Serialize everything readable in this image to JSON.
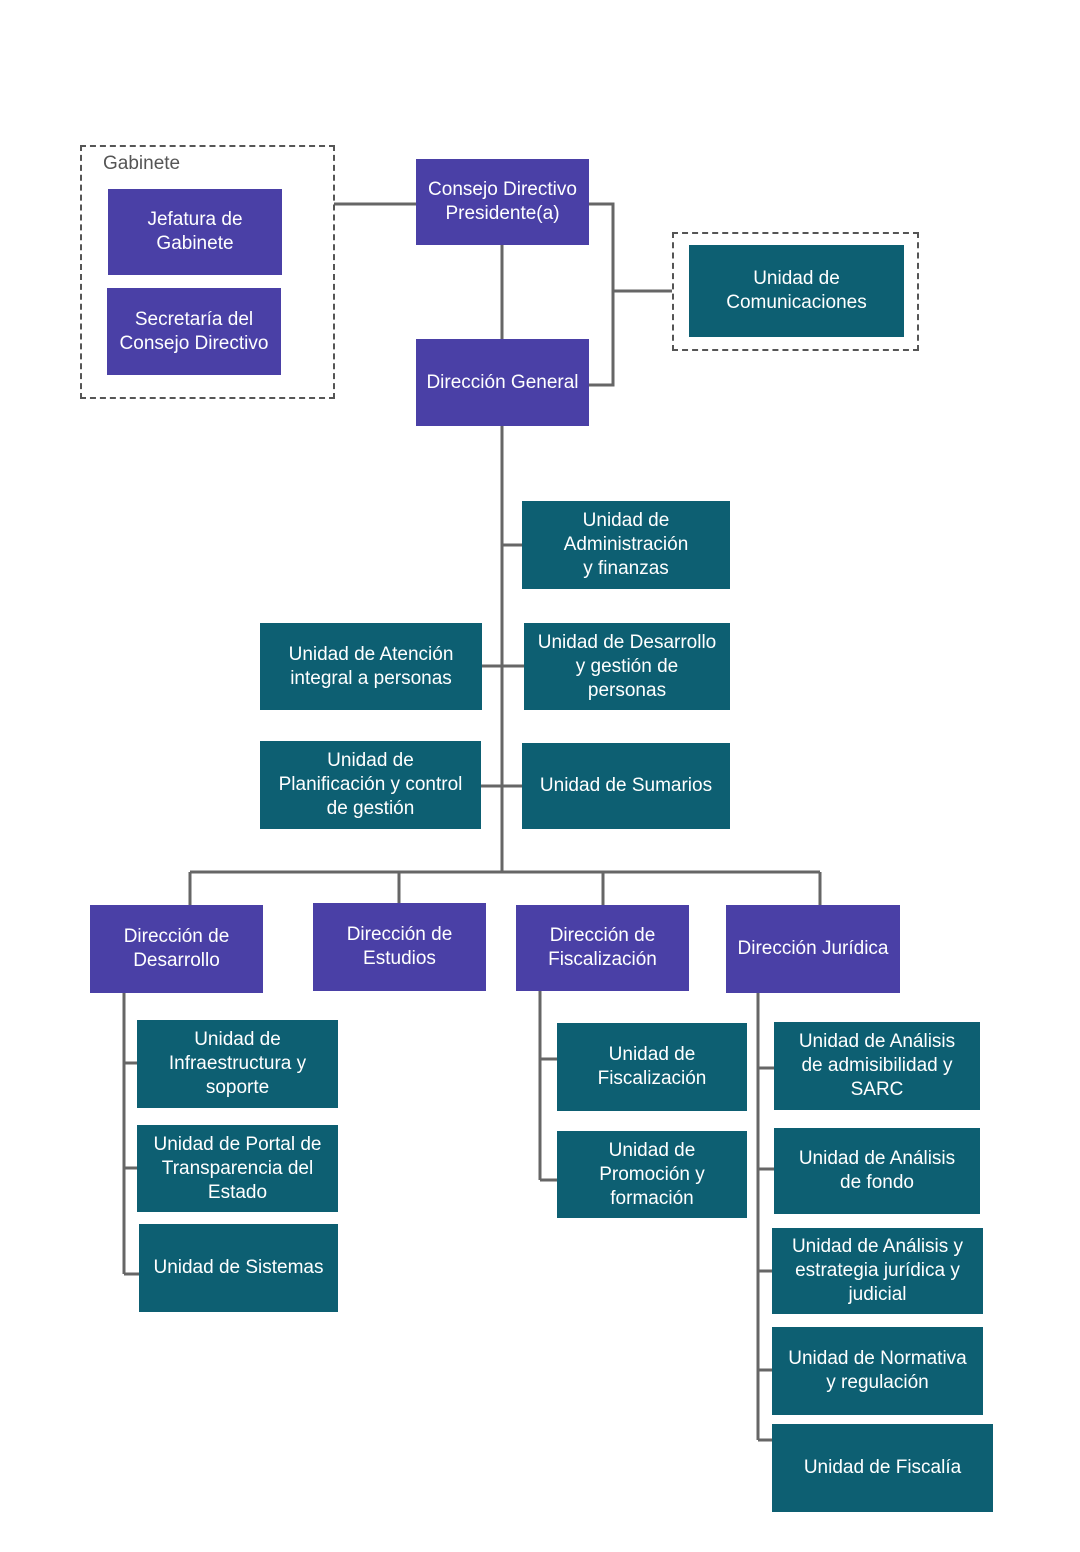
{
  "groups": {
    "gabinete": {
      "label": "Gabinete"
    },
    "comunicaciones": {
      "label": ""
    }
  },
  "nodes": {
    "consejo": "Consejo Directivo\nPresidente(a)",
    "jefatura": "Jefatura de\nGabinete",
    "secretaria": "Secretaría del\nConsejo Directivo",
    "comunicaciones": "Unidad de\nComunicaciones",
    "direccion_general": "Dirección General",
    "administracion": "Unidad de\nAdministración\ny finanzas",
    "atencion": "Unidad de Atención\nintegral a personas",
    "desarrollo_personas": "Unidad de Desarrollo\ny gestión de\npersonas",
    "planificacion": "Unidad de\nPlanificación y control\nde gestión",
    "sumarios": "Unidad de Sumarios",
    "dir_desarrollo": "Dirección de\nDesarrollo",
    "dir_estudios": "Dirección de\nEstudios",
    "dir_fiscalizacion": "Dirección de\nFiscalización",
    "dir_juridica": "Dirección Jurídica",
    "infraestructura": "Unidad de\nInfraestructura y\nsoporte",
    "portal": "Unidad de Portal de\nTransparencia del\nEstado",
    "sistemas": "Unidad de Sistemas",
    "fiscalizacion": "Unidad de\nFiscalización",
    "promocion": "Unidad de\nPromoción y\nformación",
    "admisibilidad": "Unidad de Análisis\nde admisibilidad y\nSARC",
    "fondo": "Unidad de Análisis\nde fondo",
    "estrategia": "Unidad de Análisis y\nestrategia jurídica y\njudicial",
    "normativa": "Unidad de Normativa\ny regulación",
    "fiscalia": "Unidad de Fiscalía"
  },
  "colors": {
    "direction": "#4a40a6",
    "unit": "#0d5f72",
    "connector": "#666666",
    "group_border": "#555555"
  }
}
